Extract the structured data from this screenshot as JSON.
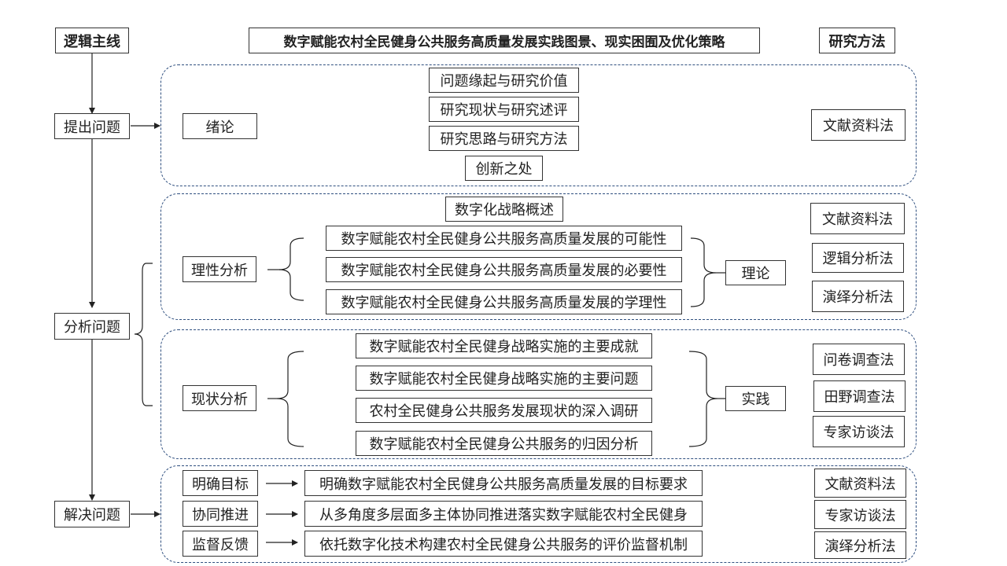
{
  "headers": {
    "logic": "逻辑主线",
    "title": "数字赋能农村全民健身公共服务高质量发展实践图景、现实困囿及优化策略",
    "methods": "研究方法"
  },
  "logic_steps": [
    "提出问题",
    "分析问题",
    "解决问题"
  ],
  "section1": {
    "label": "绪论",
    "items": [
      "问题缘起与研究价值",
      "研究现状与研究述评",
      "研究思路与研究方法",
      "创新之处"
    ],
    "methods": [
      "文献资料法"
    ]
  },
  "section2": {
    "heading": "数字化战略概述",
    "label": "理性分析",
    "items": [
      "数字赋能农村全民健身公共服务高质量发展的可能性",
      "数字赋能农村全民健身公共服务高质量发展的必要性",
      "数字赋能农村全民健身公共服务高质量发展的学理性"
    ],
    "result": "理论",
    "methods": [
      "文献资料法",
      "逻辑分析法",
      "演绎分析法"
    ]
  },
  "section3": {
    "label": "现状分析",
    "items": [
      "数字赋能农村全民健身战略实施的主要成就",
      "数字赋能农村全民健身战略实施的主要问题",
      "农村全民健身公共服务发展现状的深入调研",
      "数字赋能农村全民健身公共服务的归因分析"
    ],
    "result": "实践",
    "methods": [
      "问卷调查法",
      "田野调查法",
      "专家访谈法"
    ]
  },
  "section4": {
    "rows": [
      {
        "label": "明确目标",
        "text": "明确数字赋能农村全民健身公共服务高质量发展的目标要求"
      },
      {
        "label": "协同推进",
        "text": "从多角度多层面多主体协同推进落实数字赋能农村全民健身"
      },
      {
        "label": "监督反馈",
        "text": "依托数字化技术构建农村全民健身公共服务的评价监督机制"
      }
    ],
    "methods": [
      "文献资料法",
      "专家访谈法",
      "演绎分析法"
    ]
  }
}
